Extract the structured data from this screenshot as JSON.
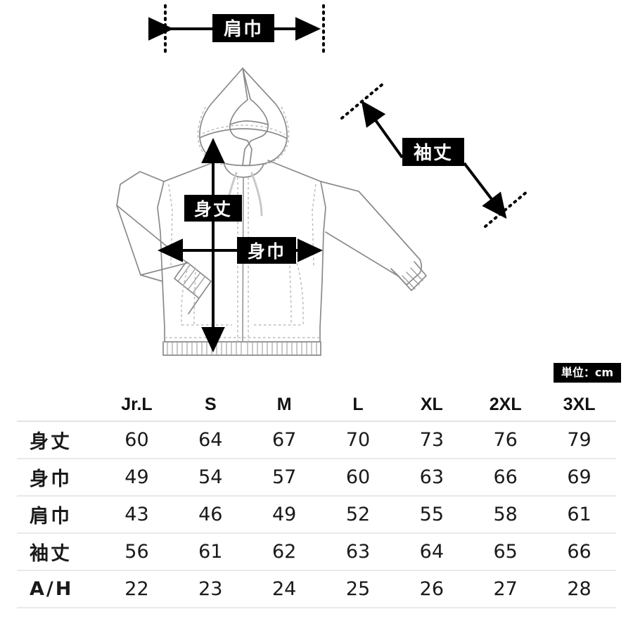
{
  "diagram": {
    "title": "hoodie-measurement-diagram",
    "labels": {
      "shoulder_width": "肩巾",
      "sleeve_length": "袖丈",
      "body_length": "身丈",
      "body_width": "身巾"
    },
    "garment": "zip-up hooded sweatshirt"
  },
  "unit_badge": "単位：cm",
  "table": {
    "corner": "",
    "sizes": [
      "Jr.L",
      "S",
      "M",
      "L",
      "XL",
      "2XL",
      "3XL"
    ],
    "rows": [
      {
        "label": "身丈",
        "values": [
          "60",
          "64",
          "67",
          "70",
          "73",
          "76",
          "79"
        ]
      },
      {
        "label": "身巾",
        "values": [
          "49",
          "54",
          "57",
          "60",
          "63",
          "66",
          "69"
        ]
      },
      {
        "label": "肩巾",
        "values": [
          "43",
          "46",
          "49",
          "52",
          "55",
          "58",
          "61"
        ]
      },
      {
        "label": "袖丈",
        "values": [
          "56",
          "61",
          "62",
          "63",
          "64",
          "65",
          "66"
        ]
      },
      {
        "label": "A/H",
        "values": [
          "22",
          "23",
          "24",
          "25",
          "26",
          "27",
          "28"
        ]
      }
    ]
  },
  "colors": {
    "ink": "#111111",
    "badge_bg": "#000000",
    "badge_text": "#ffffff",
    "garment_outline": "#8a8a8a",
    "stitch": "#b9b9b9",
    "rule": "#e9e9e9"
  }
}
